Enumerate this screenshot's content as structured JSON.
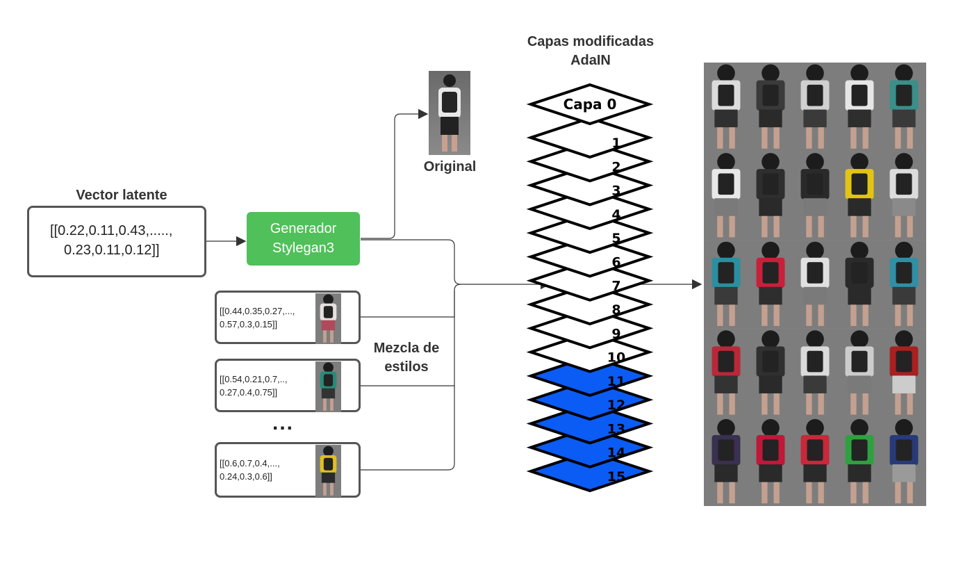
{
  "latent": {
    "title": "Vector latente",
    "line1": "[[0.22,0.11,0.43,.....,",
    "line2": "0.23,0.11,0.12]]"
  },
  "generator": {
    "line1": "Generador",
    "line2": "Stylegan3"
  },
  "original_label": "Original",
  "styles": [
    {
      "line1": "[[0.44,0.35,0.27,...,",
      "line2": "0.57,0.3,0.15]]",
      "shirt": "#e8e0e0",
      "pants": "#b04a5a"
    },
    {
      "line1": "[[0.54,0.21,0.7,..,",
      "line2": "0.27,0.4,0.75]]",
      "shirt": "#2a8a7a",
      "pants": "#333333"
    },
    {
      "line1": "[[0.6,0.7,0.4,...,",
      "line2": "0.24,0.3,0.6]]",
      "shirt": "#e0c020",
      "pants": "#2a2a2a"
    }
  ],
  "ellipsis": "...",
  "mix_label": {
    "line1": "Mezcla de",
    "line2": "estilos"
  },
  "layers_title": {
    "line1": "Capas modificadas",
    "line2": "AdaIN"
  },
  "layers": [
    {
      "label": "Capa 0",
      "modified": false
    },
    {
      "label": "1",
      "modified": false
    },
    {
      "label": "2",
      "modified": false
    },
    {
      "label": "3",
      "modified": false
    },
    {
      "label": "4",
      "modified": false
    },
    {
      "label": "5",
      "modified": false
    },
    {
      "label": "6",
      "modified": false
    },
    {
      "label": "7",
      "modified": false
    },
    {
      "label": "8",
      "modified": false
    },
    {
      "label": "9",
      "modified": false
    },
    {
      "label": "10",
      "modified": false
    },
    {
      "label": "11",
      "modified": true
    },
    {
      "label": "12",
      "modified": true
    },
    {
      "label": "13",
      "modified": true
    },
    {
      "label": "14",
      "modified": true
    },
    {
      "label": "15",
      "modified": true
    }
  ],
  "colors": {
    "modified_layer": "#0a5cf5",
    "plain_layer": "#ffffff",
    "generator": "#4fc05a",
    "arrow": "#333333"
  },
  "output_grid": {
    "shirts": [
      [
        "#dcdcdc",
        "#3a3a3a",
        "#d0d0d0",
        "#e6e6e6",
        "#3a8f8a"
      ],
      [
        "#e8e8e8",
        "#2e2e2e",
        "#2a2a2a",
        "#e2c414",
        "#dcdcdc"
      ],
      [
        "#2a8fa0",
        "#c8203a",
        "#e0e0e0",
        "#2a2a2a",
        "#2f8fa5"
      ],
      [
        "#b82838",
        "#303030",
        "#dadada",
        "#cccccc",
        "#a82020"
      ],
      [
        "#3a3050",
        "#c01838",
        "#c8283a",
        "#2ea040",
        "#283a78"
      ]
    ],
    "pants": [
      [
        "#303030",
        "#2a2a2a",
        "#3a3a3a",
        "#2e2e2e",
        "#3a3a3a"
      ],
      [
        "#7a7a7a",
        "#2a2a2a",
        "#7a7a7a",
        "#2a2a2a",
        "#8a8a8a"
      ],
      [
        "#3a3a3a",
        "#2e2e2e",
        "#7a7a7a",
        "#2a2a2a",
        "#3a3a3a"
      ],
      [
        "#333333",
        "#2a2a2a",
        "#3a3a3a",
        "#7a7a7a",
        "#cccccc"
      ],
      [
        "#2a2a2a",
        "#2a2a2a",
        "#2a2a2a",
        "#2a2a2a",
        "#9a9a9a"
      ]
    ]
  }
}
